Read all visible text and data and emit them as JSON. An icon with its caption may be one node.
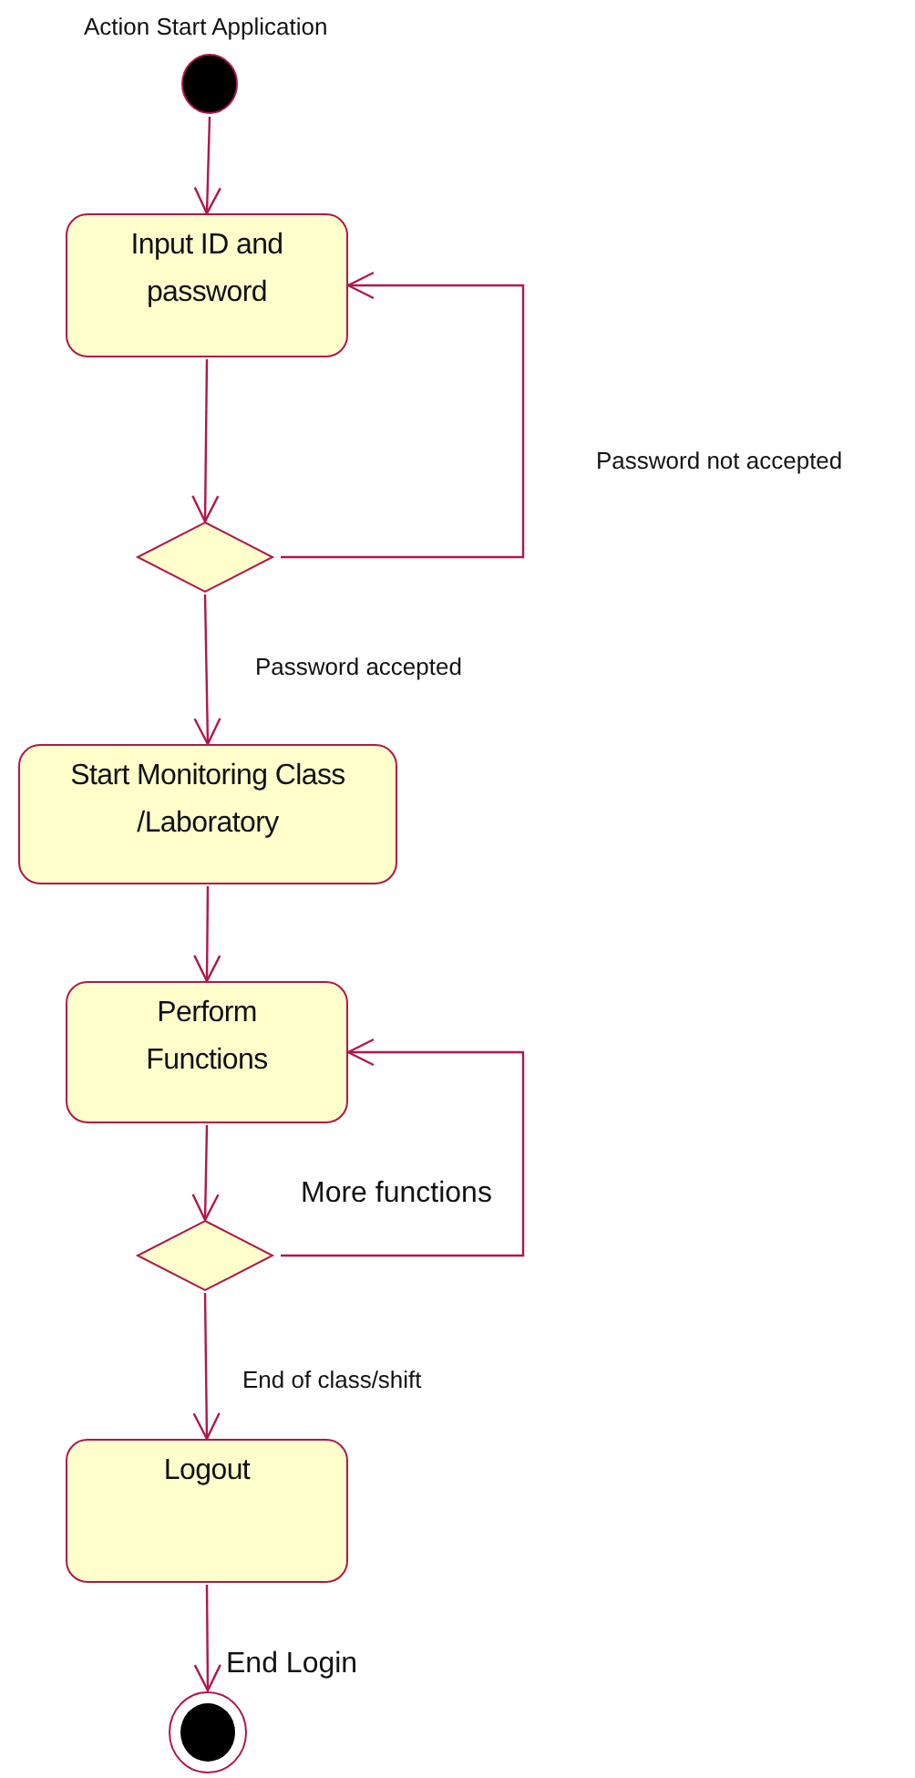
{
  "diagram": {
    "nodes": [
      {
        "text": [],
        "shape": "circle",
        "beside": [
          "Action Start Application"
        ]
      },
      {
        "text": [
          "Input ID and password"
        ]
      },
      {
        "text": [],
        "shape": "diamond"
      },
      {
        "text": [
          "Start Monitoring Class /Laboratory"
        ]
      },
      {
        "text": [
          "Perform Functions"
        ]
      },
      {
        "text": [],
        "shape": "diamond"
      },
      {
        "text": [
          "Logout"
        ]
      },
      {
        "text": [],
        "shape": "circle",
        "beside": [
          "End Login"
        ]
      }
    ],
    "edges": [
      {
        "from": 0,
        "to": 1,
        "arrow": "to"
      },
      {
        "from": 1,
        "to": 2,
        "arrow": "to"
      },
      {
        "from": 2,
        "to": 1,
        "arrow": "to",
        "label": "Password not accepted"
      },
      {
        "from": 2,
        "to": 3,
        "arrow": "to",
        "label": "Password accepted"
      },
      {
        "from": 3,
        "to": 4,
        "arrow": "to"
      },
      {
        "from": 4,
        "to": 5,
        "arrow": "to"
      },
      {
        "from": 5,
        "to": 4,
        "arrow": "to",
        "label": "More functions"
      },
      {
        "from": 5,
        "to": 6,
        "arrow": "to",
        "label": "End of class/shift"
      },
      {
        "from": 6,
        "to": 7,
        "arrow": "to"
      }
    ]
  }
}
